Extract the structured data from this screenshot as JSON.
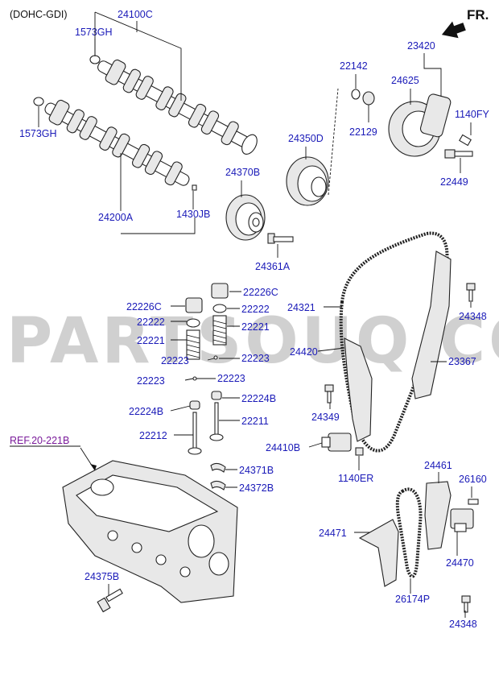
{
  "header": {
    "variant": "(DOHC-GDI)",
    "direction": "FR."
  },
  "watermark": "PARTSOUQ.COM",
  "reference": "REF.20-221B",
  "labels": {
    "p24100C": "24100C",
    "p1573GH_a": "1573GH",
    "p1573GH_b": "1573GH",
    "p24200A": "24200A",
    "p1430JB": "1430JB",
    "p24370B": "24370B",
    "p24361A": "24361A",
    "p24350D": "24350D",
    "p22142": "22142",
    "p22129": "22129",
    "p23420": "23420",
    "p24625": "24625",
    "p1140FY": "1140FY",
    "p22449": "22449",
    "p22226C_a": "22226C",
    "p22226C_b": "22226C",
    "p22222_a": "22222",
    "p22222_b": "22222",
    "p22221_a": "22221",
    "p22221_b": "22221",
    "p22223_a": "22223",
    "p22223_b": "22223",
    "p22223_c": "22223",
    "p22223_d": "22223",
    "p22224B_a": "22224B",
    "p22224B_b": "22224B",
    "p22211": "22211",
    "p22212": "22212",
    "p24371B": "24371B",
    "p24372B": "24372B",
    "p24375B": "24375B",
    "p24321": "24321",
    "p24348_a": "24348",
    "p24348_b": "24348",
    "p24420": "24420",
    "p23367": "23367",
    "p24349": "24349",
    "p24410B": "24410B",
    "p1140ER": "1140ER",
    "p24461": "24461",
    "p26160": "26160",
    "p24471": "24471",
    "p24470": "24470",
    "p26174P": "26174P"
  },
  "colors": {
    "label": "#1a1ab8",
    "reference": "#7a1a9a",
    "watermark": "#d0d0d0",
    "outline": "#222222"
  }
}
